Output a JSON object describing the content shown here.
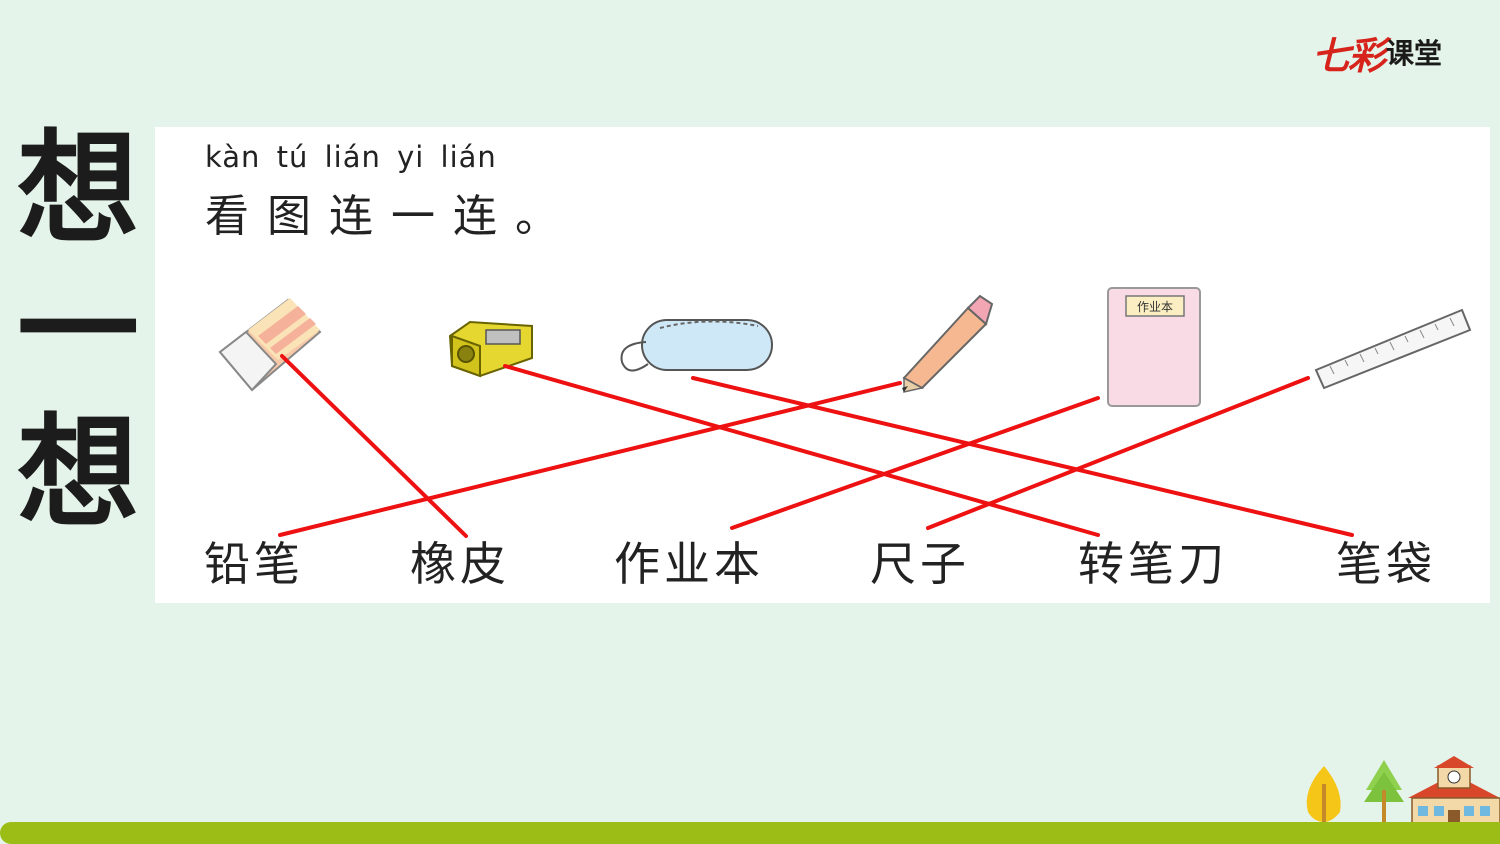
{
  "side_title": [
    "想",
    "一",
    "想"
  ],
  "logo": {
    "part_a": "七彩",
    "part_b": "课堂"
  },
  "exercise": {
    "pinyin": "kàn tú lián yi lián",
    "instruction": "看图连一连。",
    "notebook_cover_text": "作业本",
    "words": [
      "铅笔",
      "橡皮",
      "作业本",
      "尺子",
      "转笔刀",
      "笔袋"
    ],
    "pictures": [
      "eraser",
      "pencil-sharpener",
      "pencil-case",
      "pencil",
      "notebook",
      "ruler"
    ],
    "matches": [
      {
        "picture": "eraser",
        "word": "橡皮"
      },
      {
        "picture": "pencil-sharpener",
        "word": "转笔刀"
      },
      {
        "picture": "pencil-case",
        "word": "笔袋"
      },
      {
        "picture": "pencil",
        "word": "铅笔"
      },
      {
        "picture": "notebook",
        "word": "作业本"
      },
      {
        "picture": "ruler",
        "word": "尺子"
      }
    ]
  },
  "colors": {
    "background": "#e5f4ea",
    "card": "#ffffff",
    "match_line": "#ee1111",
    "ground": "#9bbd16"
  }
}
